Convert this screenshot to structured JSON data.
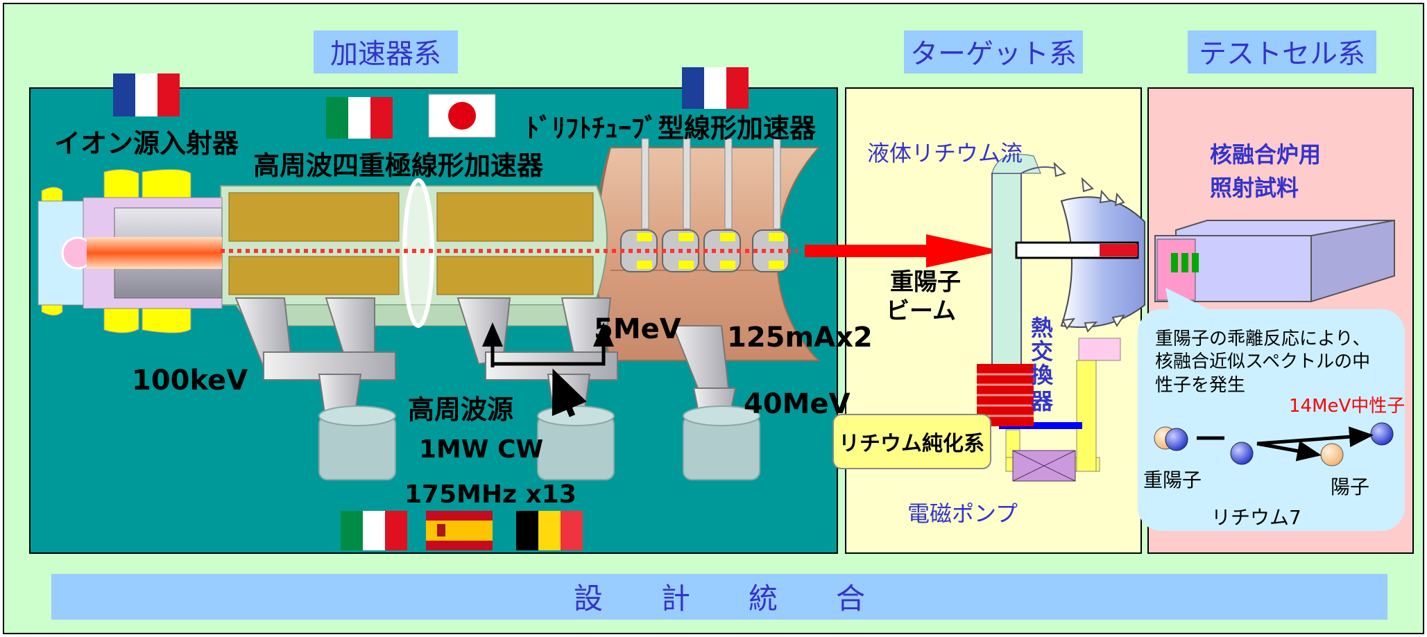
{
  "sections": {
    "accelerator": "加速器系",
    "target": "ターゲット系",
    "testcell": "テストセル系"
  },
  "accelerator": {
    "ion_source": "イオン源入射器",
    "rfq": "高周波四重極線形加速器",
    "dtl": "ﾄﾞﾘﾌﾄﾁｭｰﾌﾞ型線形加速器",
    "energy_100kev": "100keV",
    "energy_5mev": "5MeV",
    "current": "125mAx2",
    "energy_40mev": "40MeV",
    "rf_source_line1": "高周波源",
    "rf_source_line2": "1MW CW",
    "rf_source_line3": "175MHz x13"
  },
  "target": {
    "liquid_li_flow": "液体リチウム流",
    "deuteron_beam_line1": "重陽子",
    "deuteron_beam_line2": "ビーム",
    "heat_exchanger": [
      "熱",
      "交",
      "換",
      "器"
    ],
    "li_purification": "リチウム純化系",
    "em_pump": "電磁ポンプ"
  },
  "testcell": {
    "specimens_line1": "核融合炉用",
    "specimens_line2": "照射試料",
    "reaction_line1": "重陽子の乖離反応により、",
    "reaction_line2": "核融合近似スペクトルの中",
    "reaction_line3": "性子を発生",
    "neutron_14mev": "14MeV中性子",
    "deuteron": "重陽子",
    "proton": "陽子",
    "lithium7": "リチウム7"
  },
  "footer": {
    "design_integration": "設　　計　　統　　合"
  },
  "flags": {
    "ion_source": "france",
    "rfq_left": "italy",
    "rfq_right": "japan",
    "dtl": "france",
    "rf_sources": [
      "italy",
      "spain",
      "belgium"
    ]
  },
  "colors": {
    "background": "#ccffcc",
    "accelerator_panel": "#009999",
    "target_panel": "#ffffcc",
    "testcell_panel": "#ffcccc",
    "section_header_bg": "#99ccff",
    "section_header_text": "#3333cc",
    "beam": "#ff0000",
    "neutron_label": "#ff0000"
  }
}
